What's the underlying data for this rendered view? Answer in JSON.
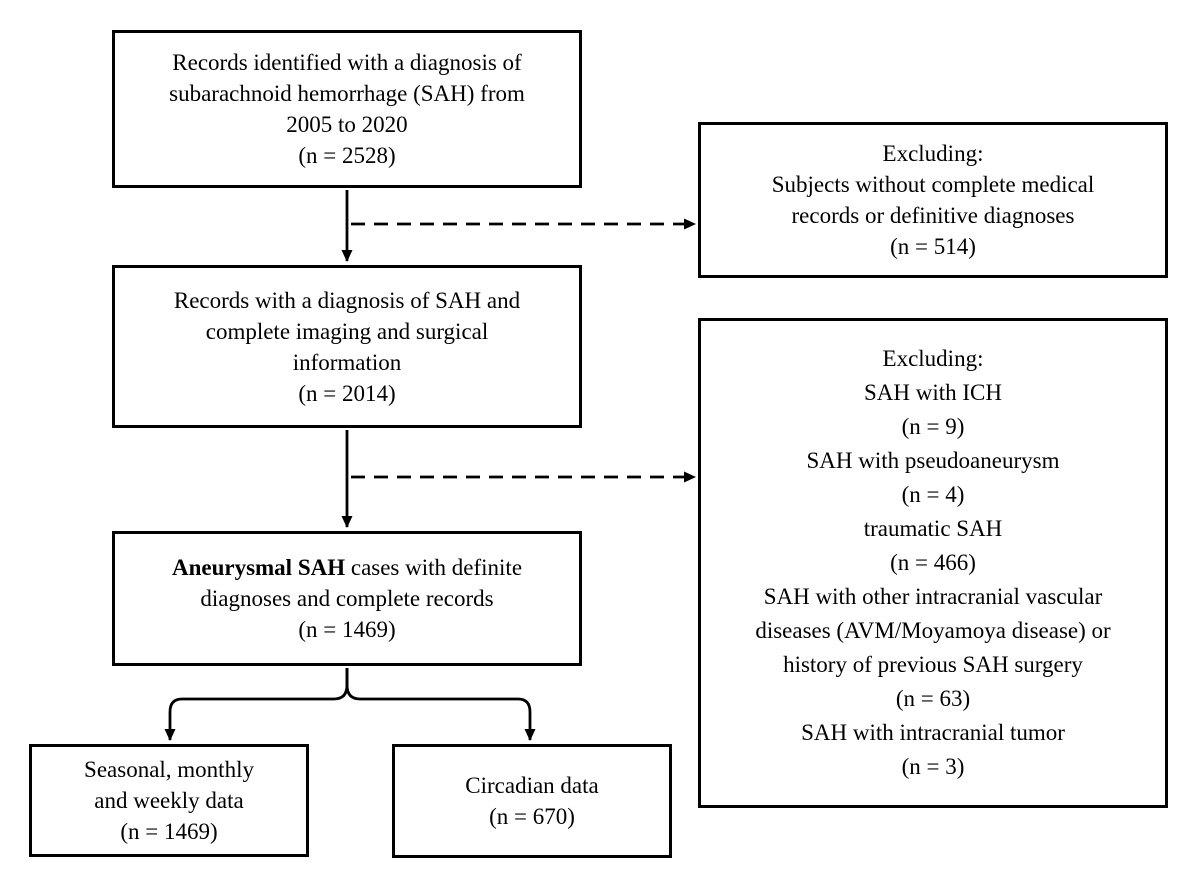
{
  "flow": {
    "colors": {
      "line": "#000000",
      "background": "#ffffff",
      "text": "#000000"
    },
    "boxes": {
      "identified": {
        "lines": [
          "Records identified with a diagnosis of",
          "subarachnoid hemorrhage (SAH) from",
          "2005 to 2020",
          "(n = 2528)"
        ]
      },
      "records": {
        "lines": [
          "Records with a diagnosis of SAH and",
          "complete imaging and surgical",
          "information",
          "(n = 2014)"
        ]
      },
      "aneurysmal": {
        "bold": "Aneurysmal SAH",
        "line1_rest": " cases with definite",
        "lines": [
          "diagnoses and complete records",
          "(n = 1469)"
        ]
      },
      "excluding1": {
        "lines": [
          "Excluding:",
          "Subjects without complete medical",
          "records or definitive diagnoses",
          "(n = 514)"
        ]
      },
      "excluding2": {
        "lines": [
          "Excluding:",
          "SAH with ICH",
          "(n = 9)",
          "SAH with pseudoaneurysm",
          "(n = 4)",
          "traumatic SAH",
          "(n = 466)",
          "SAH with other intracranial vascular",
          "diseases (AVM/Moyamoya disease) or",
          "history of previous SAH surgery",
          "(n = 63)",
          "SAH with intracranial tumor",
          "(n = 3)"
        ]
      },
      "seasonal": {
        "lines": [
          "Seasonal, monthly",
          "and weekly data",
          "(n = 1469)"
        ]
      },
      "circadian": {
        "lines": [
          "Circadian data",
          "(n = 670)"
        ]
      }
    }
  }
}
